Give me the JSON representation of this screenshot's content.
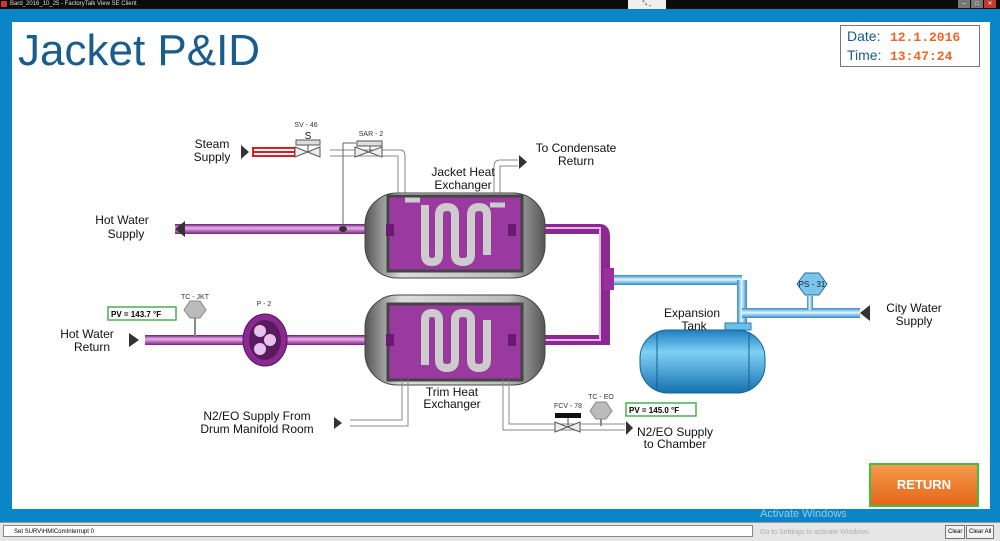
{
  "window": {
    "title": "Bard_2016_10_25 - FactoryTalk View SE Client"
  },
  "header": {
    "title": "Jacket P&ID",
    "date_label": "Date:",
    "date_value": "12.1.2016",
    "time_label": "Time:",
    "time_value": "13:47:24"
  },
  "labels": {
    "steam_supply": [
      "Steam",
      "Supply"
    ],
    "sv": "SV - 46",
    "sv_mode": "S",
    "sar": "SAR - 2",
    "condensate": [
      "To Condensate",
      "Return"
    ],
    "jacket_hx": [
      "Jacket Heat",
      "Exchanger"
    ],
    "hot_water_supply": [
      "Hot Water",
      "Supply"
    ],
    "hot_water_return": [
      "Hot Water",
      "Return"
    ],
    "tc_jkt": "TC - JKT",
    "pump": "P - 2",
    "pv_jkt": "PV = 143.7  °F",
    "trim_hx": [
      "Trim Heat",
      "Exchanger"
    ],
    "n2_from": [
      "N2/EO Supply From",
      "Drum Manifold Room"
    ],
    "fcv": "FCV - 78",
    "tc_eo": "TC - EO",
    "pv_eo": "PV = 145.0  °F",
    "n2_to": [
      "N2/EO Supply",
      "to Chamber"
    ],
    "expansion": [
      "Expansion",
      "Tank"
    ],
    "ps": "PS - 31",
    "city_water": [
      "City Water",
      "Supply"
    ]
  },
  "buttons": {
    "return": "RETURN",
    "clear": "Clear",
    "clear_all": "Clear All"
  },
  "status": {
    "message": "Set SURV\\HMIComInterrupt 0",
    "watermark": "Activate Windows",
    "watermark_sub": "Go to Settings to activate Windows."
  },
  "colors": {
    "frame": "#0a86c8",
    "title": "#1a5c8c",
    "value": "#f26522",
    "hot_water": "#9b2f9e",
    "cold_water": "#3aa6d8",
    "steam": "#d62020",
    "pv_border": "#4caf50"
  }
}
